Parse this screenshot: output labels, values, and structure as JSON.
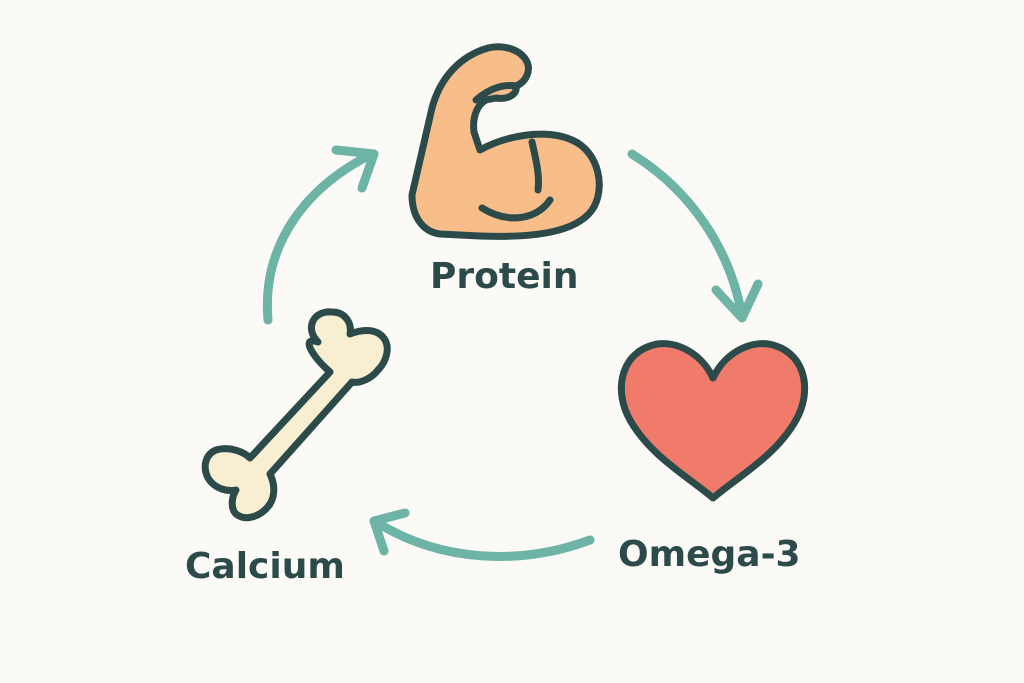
{
  "nodes": {
    "protein": {
      "label": "Protein",
      "icon": "flexed-arm-icon",
      "fill": "#f7be8a"
    },
    "omega": {
      "label": "Omega-3",
      "icon": "heart-icon",
      "fill": "#f07b6b"
    },
    "calcium": {
      "label": "Calcium",
      "icon": "bone-icon",
      "fill": "#f8efd2"
    }
  },
  "colors": {
    "arrow": "#6db3a6",
    "outline": "#2d4a4a",
    "background": "#fbfaf6"
  }
}
